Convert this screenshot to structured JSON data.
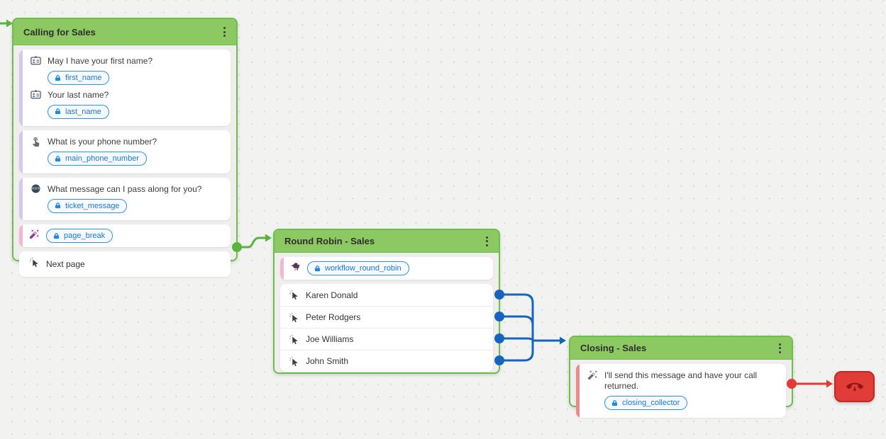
{
  "colors": {
    "node_border_green": "#6cbf4a",
    "header_green": "#8dc963",
    "edge_green": "#58b43a",
    "edge_blue": "#1565c0",
    "edge_red": "#e53935",
    "chip_border_blue": "#2a93f5",
    "chip_text_blue": "#1976d2",
    "bar_purple": "#d5c7ee",
    "bar_pink": "#f4b7d3",
    "bar_red": "#f08a8a",
    "end_node_red": "#e23c38"
  },
  "nodes": {
    "calling": {
      "title": "Calling for Sales",
      "question_first_name": "May I have your first name?",
      "collector_first_name": "first_name",
      "question_last_name": "Your last name?",
      "collector_last_name": "last_name",
      "question_phone": "What is your phone number?",
      "collector_phone": "main_phone_number",
      "question_message": "What message can I pass along for you?",
      "collector_message": "ticket_message",
      "collector_page_break": "page_break",
      "next_page_label": "Next page"
    },
    "round_robin": {
      "title": "Round Robin - Sales",
      "collector_round_robin": "workflow_round_robin",
      "agents": [
        "Karen Donald",
        "Peter Rodgers",
        "Joe Williams",
        "John Smith"
      ]
    },
    "closing": {
      "title": "Closing - Sales",
      "message": "I'll send this message and have your call returned.",
      "collector_closing": "closing_collector"
    },
    "end_call": {
      "icon": "hang-up-phone-icon"
    }
  }
}
